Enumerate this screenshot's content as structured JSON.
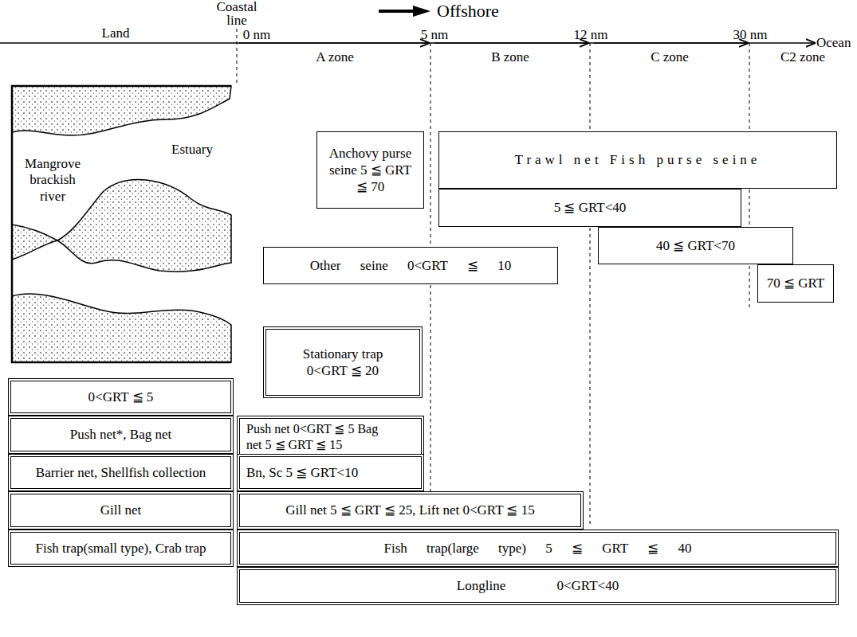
{
  "diagram": {
    "nodes": [
      {
        "text": [
          "Anchovy purse seine 5 ≦ GRT ≦ 70"
        ]
      },
      {
        "text": [
          "Trawl net Fish purse seine"
        ]
      },
      {
        "text": [
          "5 ≦ GRT<40"
        ]
      },
      {
        "text": [
          "Other seine 0<GRT ≦ 10"
        ]
      },
      {
        "text": [
          "40 ≦ GRT<70"
        ]
      },
      {
        "text": [
          "70 ≦ GRT"
        ]
      },
      {
        "text": [
          "Stationary trap 0<GRT ≦ 20"
        ]
      },
      {
        "text": [
          "0<GRT ≦ 5"
        ]
      },
      {
        "text": [
          "Push net*, Bag net"
        ]
      },
      {
        "text": [
          "Push net 0<GRT ≦ 5 Bag net 5 ≦ GRT ≦ 15"
        ]
      },
      {
        "text": [
          "Barrier net, Shellfish collection"
        ]
      },
      {
        "text": [
          "Bn, Sc 5 ≦ GRT<10"
        ]
      },
      {
        "text": [
          "Gill net"
        ]
      },
      {
        "text": [
          "Gill net 5 ≦ GRT ≦ 25, Lift net 0<GRT ≦ 15"
        ]
      },
      {
        "text": [
          "Fish trap(small type), Crab trap"
        ]
      },
      {
        "text": [
          "Fish trap(large type) 5 ≦ GRT ≦ 40"
        ]
      },
      {
        "text": [
          "Longline 0<GRT<40"
        ]
      }
    ],
    "labels": [
      "Land",
      "Coastal line",
      "0 nm",
      "Offshore",
      "5 nm",
      "12 nm",
      "30 nm",
      "Ocean",
      "A zone",
      "B zone",
      "C zone",
      "C2 zone",
      "Estuary",
      "Mangrove brackish river"
    ]
  }
}
